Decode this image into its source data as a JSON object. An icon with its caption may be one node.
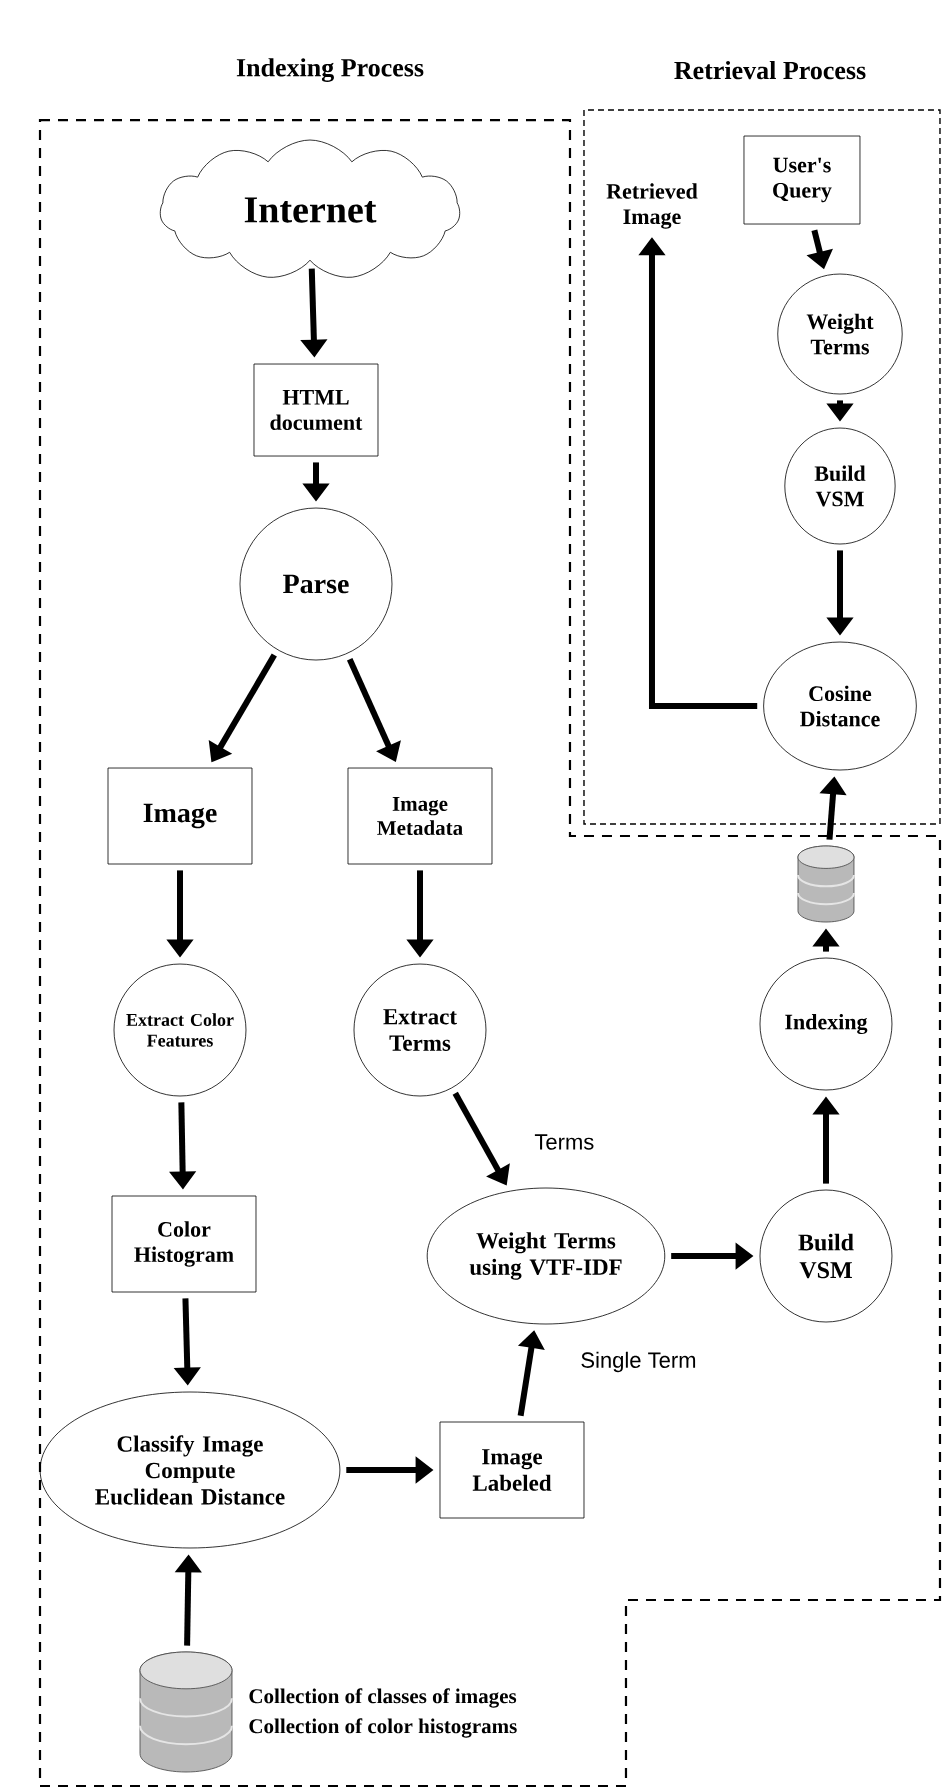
{
  "diagram": {
    "nodes": [
      {
        "text": [
          "Indexing Process"
        ]
      },
      {
        "text": [
          "Retrieval Process"
        ]
      },
      {
        "text": [
          "Internet"
        ],
        "in": 0
      },
      {
        "text": [
          "HTML document"
        ],
        "in": 0
      },
      {
        "text": [
          "Parse"
        ],
        "in": 0
      },
      {
        "text": [
          "Image"
        ],
        "in": 0
      },
      {
        "text": [
          "Image Metadata"
        ],
        "in": 0
      },
      {
        "text": [
          "Extract Color Features"
        ],
        "in": 0
      },
      {
        "text": [
          "Extract Terms"
        ],
        "in": 0
      },
      {
        "text": [
          "Color Histogram"
        ],
        "in": 0
      },
      {
        "text": [
          "Weight Terms using VTF-IDF"
        ],
        "in": 0
      },
      {
        "text": [
          "Build VSM"
        ],
        "in": 0
      },
      {
        "text": [
          "Indexing"
        ],
        "in": 0
      },
      {
        "text": [],
        "shape": "cylinder",
        "in": 0
      },
      {
        "text": [
          "Classify Image Compute Euclidean Distance"
        ],
        "in": 0
      },
      {
        "text": [
          "Image Labeled"
        ],
        "in": 0
      },
      {
        "text": [],
        "shape": "cylinder",
        "in": 0,
        "beside": [
          "Collection of classes of images",
          "Collection of color histograms"
        ]
      },
      {
        "text": [
          "Retrieved Image"
        ],
        "in": 1
      },
      {
        "text": [
          "User's Query"
        ],
        "in": 1
      },
      {
        "text": [
          "Weight Terms"
        ],
        "in": 1
      },
      {
        "text": [
          "Build VSM"
        ],
        "in": 1
      },
      {
        "text": [
          "Cosine Distance"
        ],
        "in": 1
      }
    ],
    "edges": [
      {
        "from": 2,
        "to": 3,
        "arrow": "to"
      },
      {
        "from": 3,
        "to": 4,
        "arrow": "to"
      },
      {
        "from": 4,
        "to": 5,
        "arrow": "to"
      },
      {
        "from": 4,
        "to": 6,
        "arrow": "to"
      },
      {
        "from": 5,
        "to": 7,
        "arrow": "to"
      },
      {
        "from": 6,
        "to": 8,
        "arrow": "to"
      },
      {
        "from": 7,
        "to": 9,
        "arrow": "to"
      },
      {
        "from": 8,
        "to": 10,
        "arrow": "to",
        "label": "Terms"
      },
      {
        "from": 9,
        "to": 14,
        "arrow": "to"
      },
      {
        "from": 14,
        "to": 15,
        "arrow": "to"
      },
      {
        "from": 15,
        "to": 10,
        "arrow": "to",
        "label": "Single Term"
      },
      {
        "from": 10,
        "to": 11,
        "arrow": "to"
      },
      {
        "from": 11,
        "to": 12,
        "arrow": "to"
      },
      {
        "from": 12,
        "to": 13,
        "arrow": "to"
      },
      {
        "from": 13,
        "to": 21,
        "arrow": "to"
      },
      {
        "from": 16,
        "to": 14,
        "arrow": "to"
      },
      {
        "from": 18,
        "to": 19,
        "arrow": "to"
      },
      {
        "from": 19,
        "to": 20,
        "arrow": "to"
      },
      {
        "from": 20,
        "to": 21,
        "arrow": "to"
      },
      {
        "from": 21,
        "to": 17,
        "arrow": "to"
      }
    ]
  }
}
